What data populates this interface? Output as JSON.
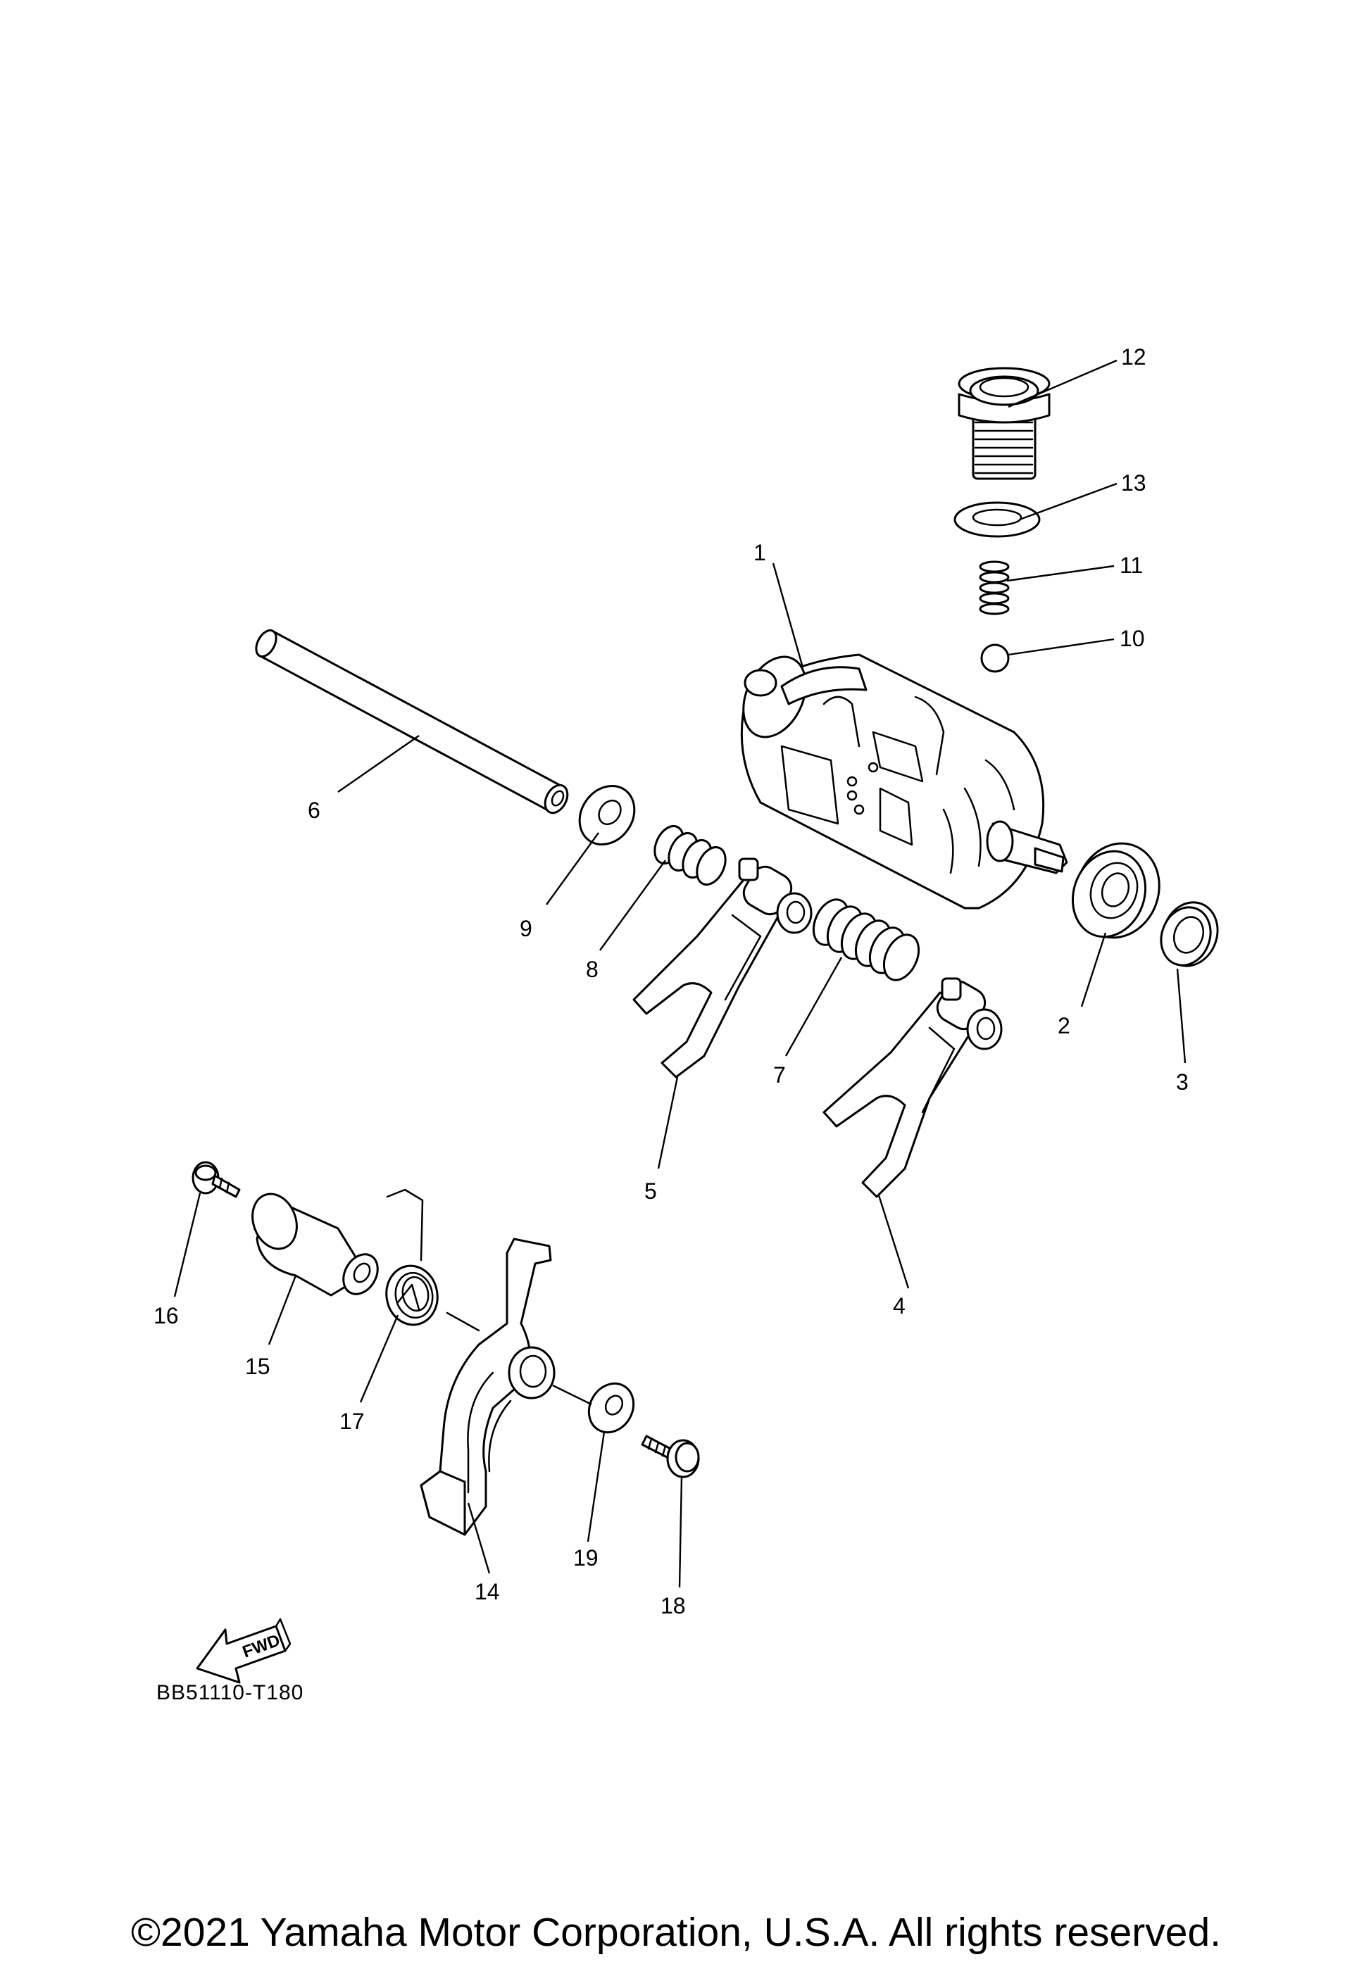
{
  "diagram": {
    "drawing_code": "BB51110-T180",
    "copyright": "©2021 Yamaha Motor Corporation, U.S.A. All rights reserved.",
    "fwd_label": "FWD",
    "callouts": [
      "1",
      "2",
      "3",
      "4",
      "5",
      "6",
      "7",
      "8",
      "9",
      "10",
      "11",
      "12",
      "13",
      "14",
      "15",
      "16",
      "17",
      "18",
      "19"
    ]
  }
}
